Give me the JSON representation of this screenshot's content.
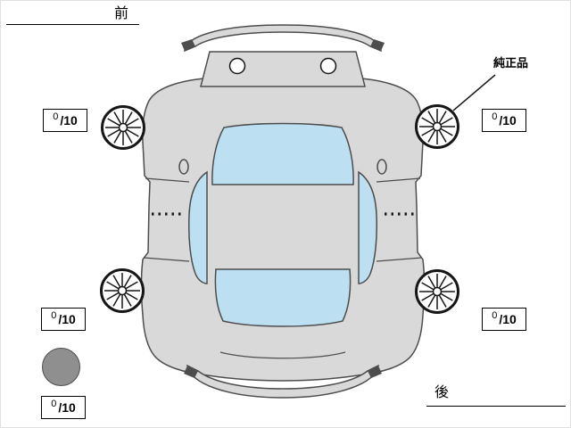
{
  "labels": {
    "front": "前",
    "rear": "後",
    "genuine_part": "純正品"
  },
  "tread_scores": [
    {
      "id": "front-left",
      "value": "0",
      "max": "/10"
    },
    {
      "id": "front-right",
      "value": "0",
      "max": "/10"
    },
    {
      "id": "rear-left",
      "value": "0",
      "max": "/10"
    },
    {
      "id": "rear-right",
      "value": "0",
      "max": "/10"
    },
    {
      "id": "spare",
      "value": "0",
      "max": "/10"
    }
  ],
  "icons": {
    "wheels": [
      "wheel-front-left-icon",
      "wheel-front-right-icon",
      "wheel-rear-left-icon",
      "wheel-rear-right-icon"
    ],
    "spare": "spare-tire-icon"
  },
  "colors": {
    "car_body": "#d9d9d9",
    "car_outline": "#4d4d4d",
    "window_glass": "#bcdff2",
    "spare_circle": "#8f8f8f"
  }
}
